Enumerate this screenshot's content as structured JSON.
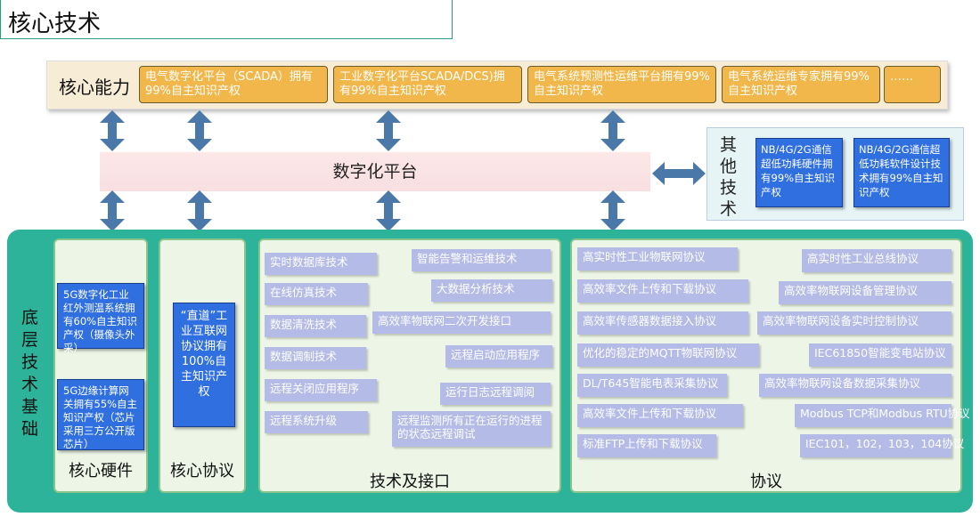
{
  "title": "核心技术",
  "core": {
    "label": "核心能力",
    "items": [
      "电气数字化平台（SCADA）拥有99%自主知识产权",
      "工业数字化平台SCADA/DCS)拥有99%自主知识产权",
      "电气系统预测性运维平台拥有99%自主知识产权",
      "电气系统运维专家拥有99%自主知识产权",
      "……"
    ]
  },
  "platform": {
    "label": "数字化平台"
  },
  "other": {
    "label": "其他技术",
    "items": [
      "NB/4G/2G通信超低功耗硬件拥有99%自主知识产权",
      "NB/4G/2G通信超低功耗软件设计技术拥有99%自主知识产权"
    ]
  },
  "base": {
    "label": "底层技术基础",
    "hardware": {
      "label": "核心硬件",
      "items": [
        "5G数字化工业红外测温系统拥有60%自主知识产权（摄像头外采）",
        "5G边缘计算网关拥有55%自主知识产权（芯片采用三方公开版芯片）"
      ]
    },
    "protocol_core": {
      "label": "核心协议",
      "item": "“直道”工业互联网协议拥有100%自主知识产权"
    },
    "tech": {
      "label": "技术及接口",
      "items": [
        "实时数据库技术",
        "智能告警和运维技术",
        "在线仿真技术",
        "大数据分析技术",
        "数据清洗技术",
        "高效率物联网二次开发接口",
        "数据调制技术",
        "远程启动应用程序",
        "远程关闭应用程序",
        "运行日志远程调阅",
        "远程系统升级",
        "远程监测所有正在运行的进程的状态远程调试"
      ]
    },
    "protocols": {
      "label": "协议",
      "items": [
        "高实时性工业物联网协议",
        "高实时性工业总线协议",
        "高效率文件上传和下载协议",
        "高效率物联网设备管理协议",
        "高效率传感器数据接入协议",
        "高效率物联网设备实时控制协议",
        "优化的稳定的MQTT物联网协议",
        "IEC61850智能变电站协议",
        "DL/T645智能电表采集协议",
        "高效率物联网设备数据采集协议",
        "高效率文件上传和下载协议",
        "Modbus TCP和Modbus RTU协议",
        "标准FTP上传和下载协议",
        "IEC101，102，103，104协议"
      ]
    }
  },
  "colors": {
    "accent": "#2cb39a",
    "gold": "#f1b74a",
    "blue": "#2f6fe0",
    "lavender": "#b4bbe6"
  }
}
